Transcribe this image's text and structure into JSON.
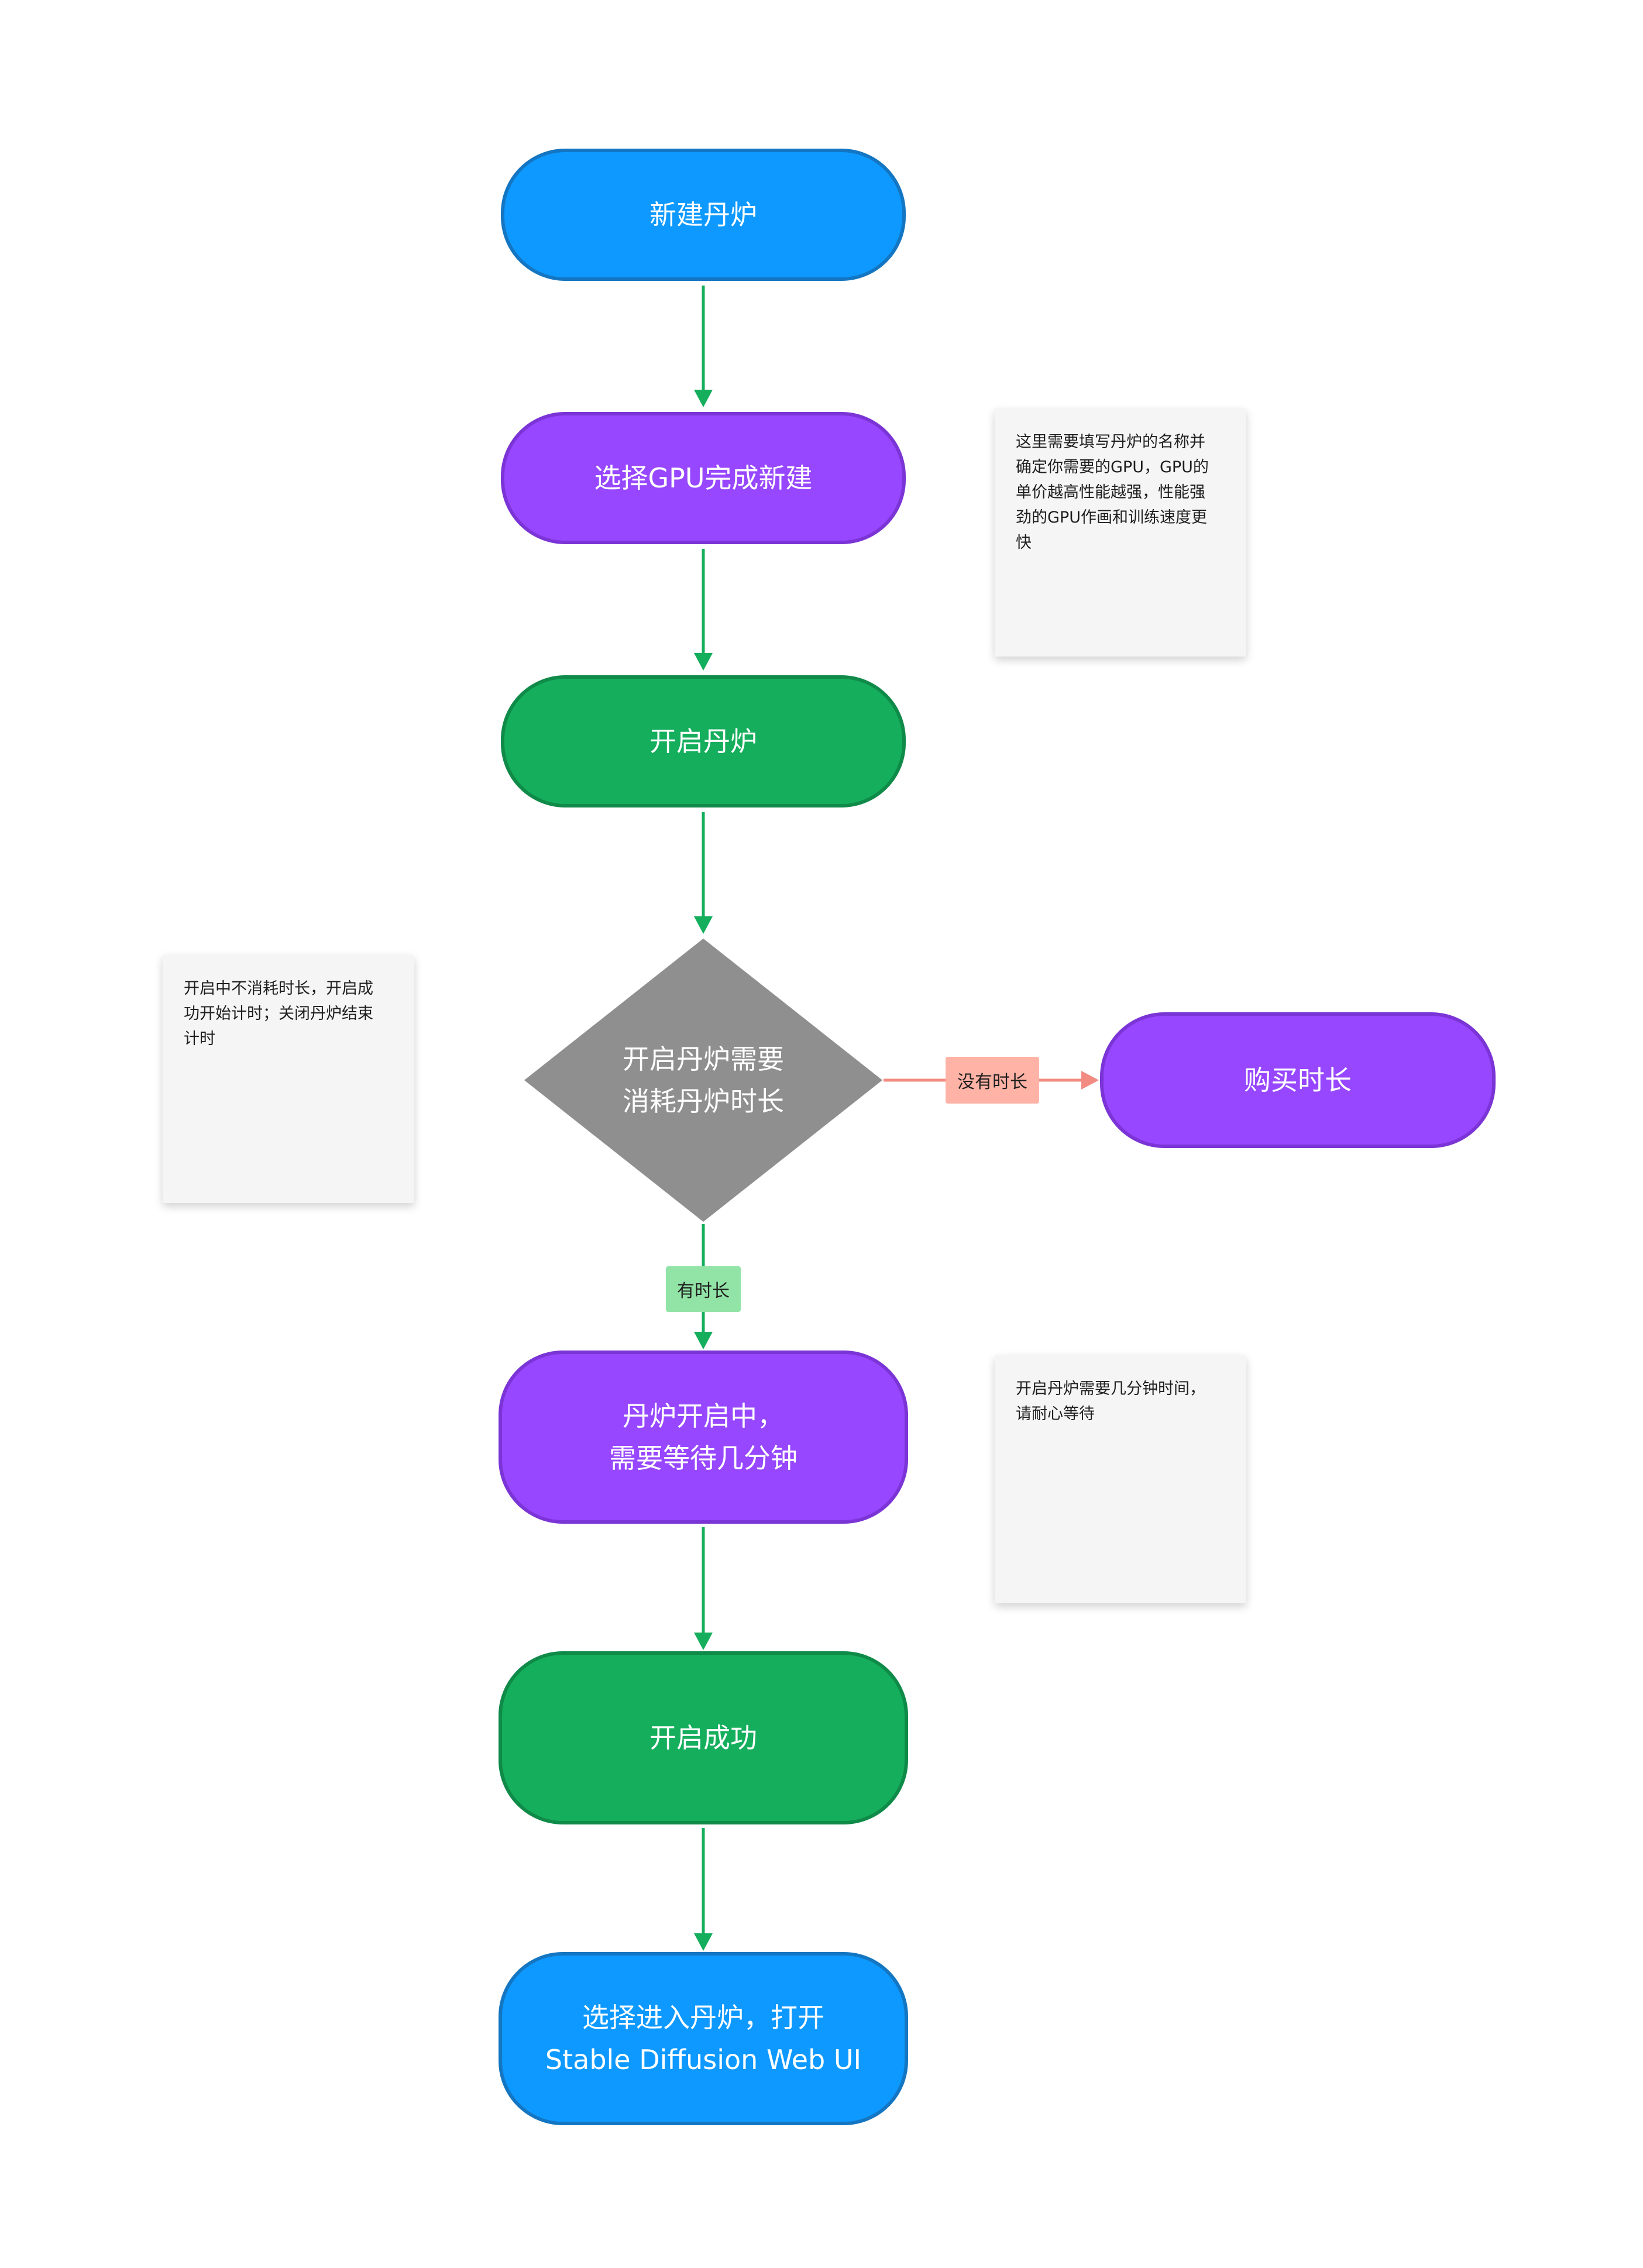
{
  "colors": {
    "blue": "#0D99FF",
    "purple": "#9747FF",
    "green": "#14AE5C",
    "gray": "#8F8F8F",
    "arrow_green": "#14AE5C",
    "arrow_red": "#F28B82",
    "label_red_bg": "#FFB3A6",
    "label_green_bg": "#92E4A6",
    "note_bg": "#F5F5F5"
  },
  "nodes": {
    "new_furnace": {
      "text": "新建丹炉"
    },
    "choose_gpu": {
      "text": "选择GPU完成新建"
    },
    "start_furnace": {
      "text": "开启丹炉"
    },
    "decision": {
      "line1": "开启丹炉需要",
      "line2": "消耗丹炉时长"
    },
    "buy_time": {
      "text": "购买时长"
    },
    "starting": {
      "line1": "丹炉开启中，",
      "line2": "需要等待几分钟"
    },
    "start_success": {
      "text": "开启成功"
    },
    "enter_furnace": {
      "line1": "选择进入丹炉，打开",
      "line2": "Stable Diffusion Web UI"
    }
  },
  "edge_labels": {
    "no_time": "没有时长",
    "has_time": "有时长"
  },
  "notes": {
    "gpu_note": {
      "lines": [
        "这里需要填写丹炉的名称并",
        "确定你需要的GPU，GPU的",
        "单价越高性能越强，性能强",
        "劲的GPU作画和训练速度更",
        "快"
      ]
    },
    "consume_note": {
      "lines": [
        "开启中不消耗时长，开启成",
        "功开始计时；关闭丹炉结束",
        "计时"
      ]
    },
    "wait_note": {
      "lines": [
        "开启丹炉需要几分钟时间，",
        "请耐心等待"
      ]
    }
  }
}
